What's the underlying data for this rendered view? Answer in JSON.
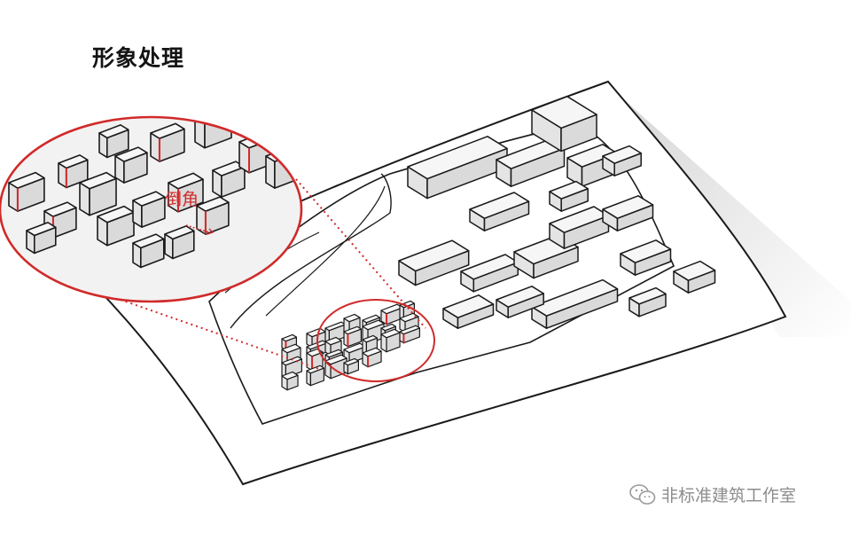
{
  "title": "形象处理",
  "callout": {
    "label": "倒角"
  },
  "watermark": {
    "text": "非标准建筑工作室",
    "icon": "wechat-icon"
  },
  "colors": {
    "accent_red": "#d12a2a",
    "outline": "#1a1a1a",
    "building_top": "#f6f6f6",
    "building_side": "#dadada"
  }
}
